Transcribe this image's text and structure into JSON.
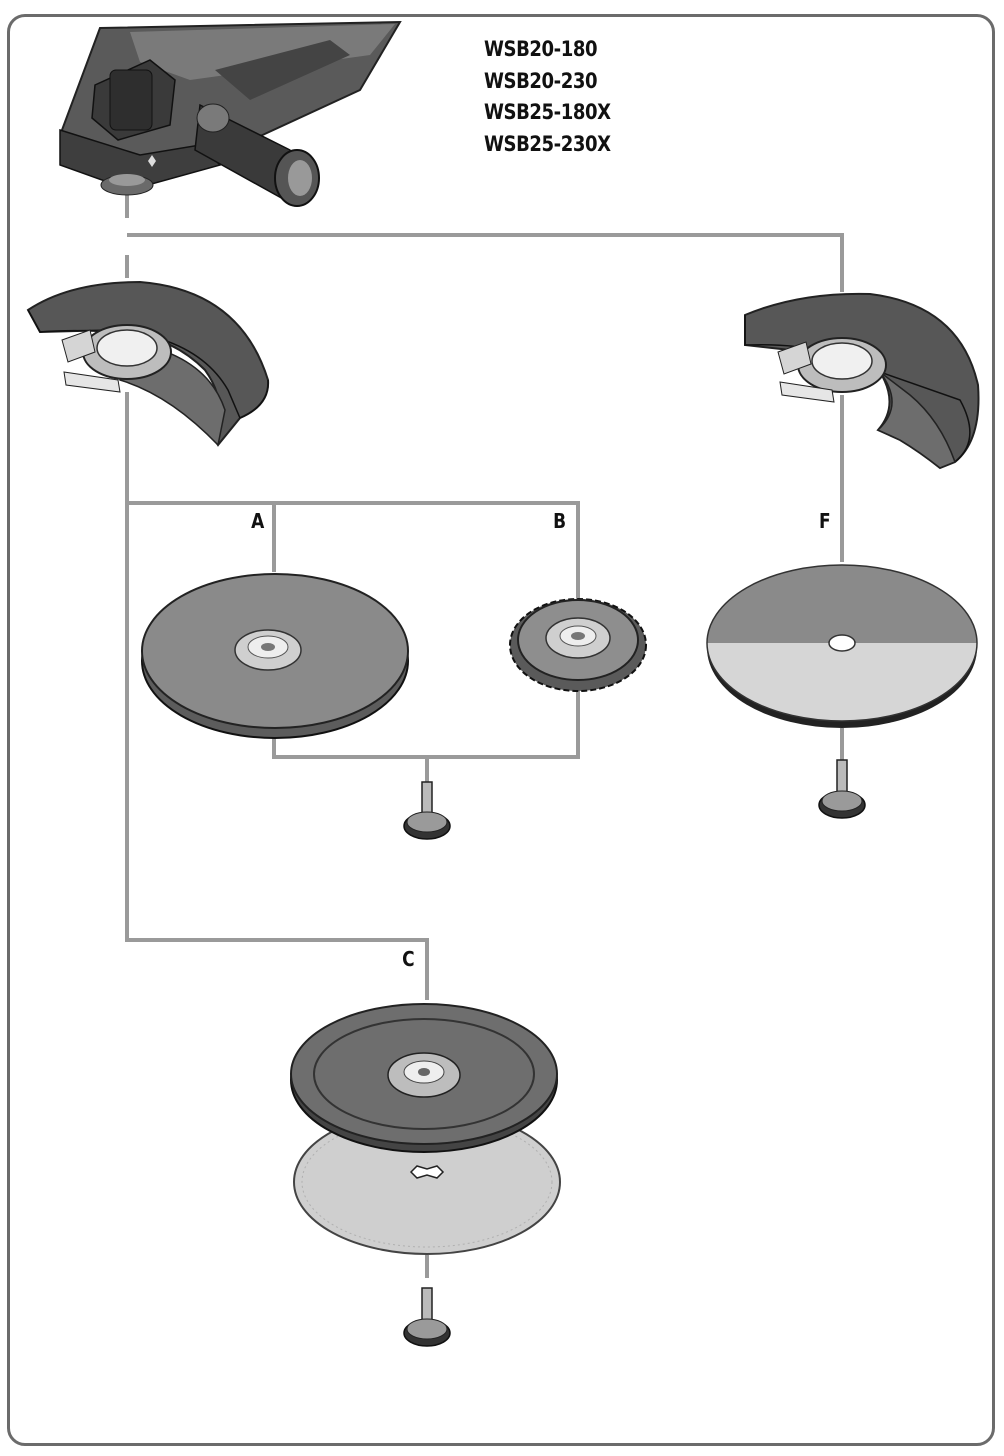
{
  "models": [
    "WSB20-180",
    "WSB20-230",
    "WSB25-180X",
    "WSB25-230X"
  ],
  "labels": {
    "a": "A",
    "b": "B",
    "c": "C",
    "f": "F"
  },
  "colors": {
    "connector": "#9a9a9a",
    "frame": "#6b6b6b",
    "tool_body": "#4a4a4a",
    "guard": "#575757",
    "disc_top": "#8a8a8a",
    "disc_edge": "#5c5c5c",
    "cutting_disc_light": "#d6d6d6",
    "abrasive_sheet": "#cfcfcf"
  },
  "icons": [
    "angle-grinder-icon",
    "guard-open-icon",
    "guard-closed-icon",
    "grinding-disc-icon",
    "wire-brush-icon",
    "cutting-disc-icon",
    "backing-pad-icon",
    "abrasive-sheet-icon",
    "clamping-screw-icon"
  ]
}
